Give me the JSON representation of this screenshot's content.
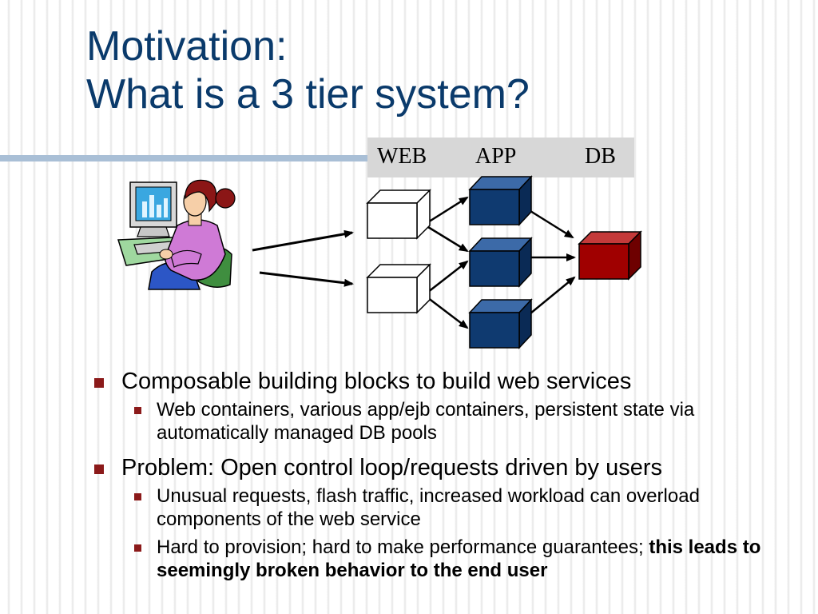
{
  "title": {
    "line1": "Motivation:",
    "line2": "What is a 3 tier system?"
  },
  "tiers": {
    "web": "WEB",
    "app": "APP",
    "db": "DB"
  },
  "colors": {
    "title": "#0a3a6b",
    "app_box": "#0f3a70",
    "db_box": "#a00000",
    "bullet": "#8b1a1a"
  },
  "bullets": [
    {
      "text": "Composable building blocks to build web services",
      "sub": [
        {
          "text": "Web containers, various app/ejb containers, persistent state via automatically managed DB pools"
        }
      ]
    },
    {
      "text": "Problem: Open control loop/requests driven by users",
      "sub": [
        {
          "text": "Unusual requests, flash traffic, increased workload can overload components of the web service"
        },
        {
          "text": "Hard to provision; hard to make performance guarantees; ",
          "bold": "this leads to seemingly broken behavior to the end user"
        }
      ]
    }
  ]
}
